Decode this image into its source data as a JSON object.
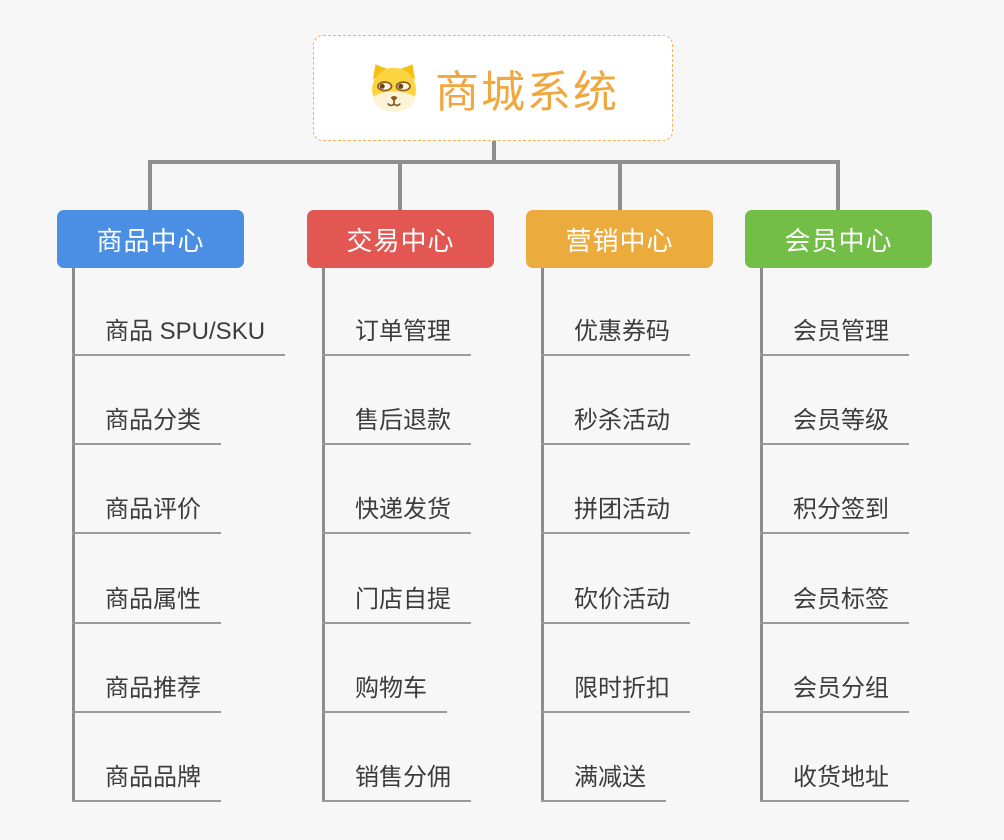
{
  "root": {
    "title": "商城系统",
    "title_color": "#f0a73d",
    "icon": "dog-face-icon"
  },
  "connector_color": "#8f8f8f",
  "leaf_underline_color": "#9a9a9a",
  "leaf_text_color": "#3c3c3c",
  "background_color": "#f7f7f7",
  "branches": [
    {
      "label": "商品中心",
      "color": "#4a8fe4",
      "children": [
        "商品 SPU/SKU",
        "商品分类",
        "商品评价",
        "商品属性",
        "商品推荐",
        "商品品牌"
      ]
    },
    {
      "label": "交易中心",
      "color": "#e25752",
      "children": [
        "订单管理",
        "售后退款",
        "快递发货",
        "门店自提",
        "购物车",
        "销售分佣"
      ]
    },
    {
      "label": "营销中心",
      "color": "#ecab3d",
      "children": [
        "优惠券码",
        "秒杀活动",
        "拼团活动",
        "砍价活动",
        "限时折扣",
        "满减送"
      ]
    },
    {
      "label": "会员中心",
      "color": "#72be46",
      "children": [
        "会员管理",
        "会员等级",
        "积分签到",
        "会员标签",
        "会员分组",
        "收货地址"
      ]
    }
  ]
}
